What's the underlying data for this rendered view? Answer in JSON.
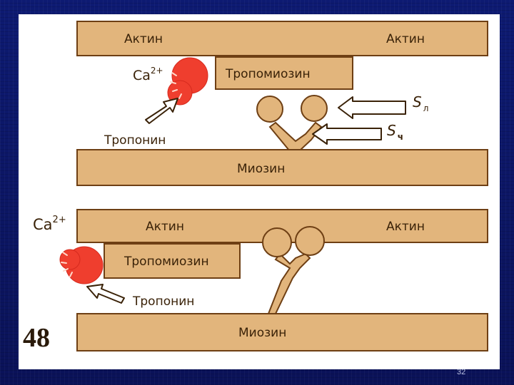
{
  "figure_number": "48",
  "slide_number": "32",
  "top": {
    "actin_left": "Актин",
    "actin_right": "Актин",
    "tropomyosin": "Тропомиозин",
    "calcium_base": "Ca",
    "calcium_sup": "2+",
    "troponin": "Тропонин",
    "myosin": "Миозин",
    "s_l_letter": "S",
    "s_l_sub": "л",
    "s_ch_letter": "S",
    "s_ch_sub": "ч"
  },
  "bottom": {
    "actin_left": "Актин",
    "actin_right": "Актин",
    "tropomyosin": "Тропомиозин",
    "calcium_base": "Ca",
    "calcium_sup": "2+",
    "troponin": "Тропонин",
    "myosin": "Миозин"
  },
  "colors": {
    "background": "#0b1560",
    "protein": "#e2b57c",
    "outline": "#6e3f14",
    "calcium": "#ef3e2e"
  }
}
